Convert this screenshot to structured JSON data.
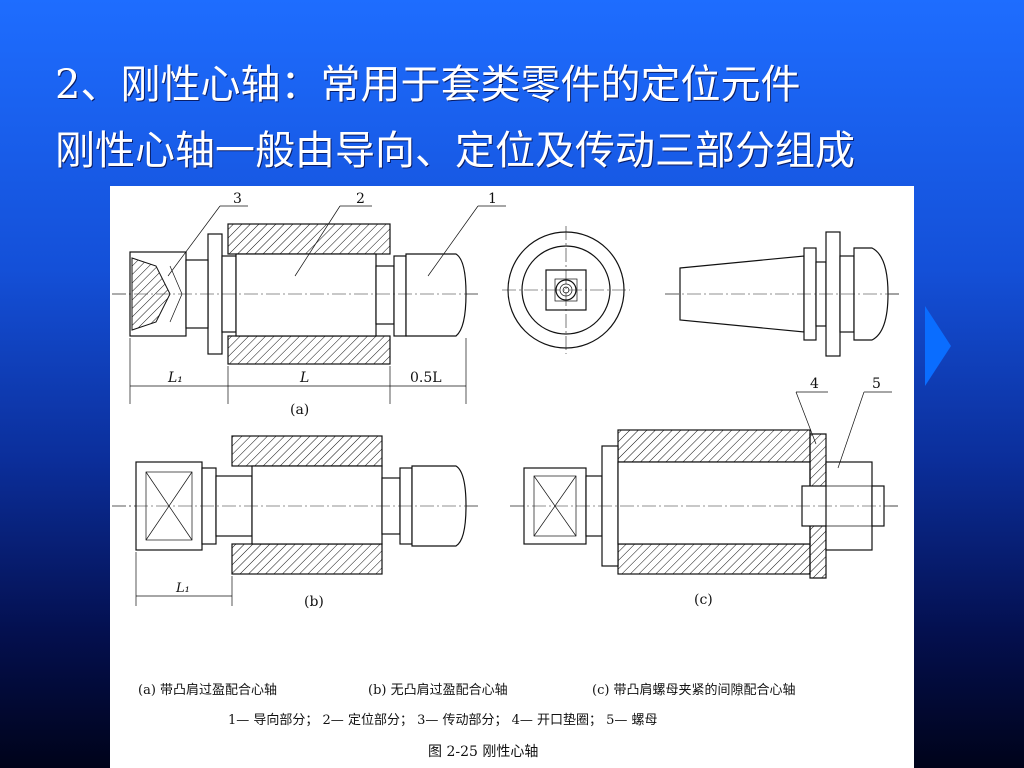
{
  "slide": {
    "line1": "2、刚性心轴：常用于套类零件的定位元件",
    "line2": "刚性心轴一般由导向、定位及传动三部分组成"
  },
  "figure": {
    "callouts": [
      "1",
      "2",
      "3",
      "4",
      "5"
    ],
    "dims": {
      "l1": "L₁",
      "l": "L",
      "half": "0.5L"
    },
    "sub_labels": {
      "a": "(a)",
      "b": "(b)",
      "c": "(c)"
    },
    "captions": {
      "a": "(a) 带凸肩过盈配合心轴",
      "b": "(b) 无凸肩过盈配合心轴",
      "c": "(c) 带凸肩螺母夹紧的间隙配合心轴"
    },
    "parts_legend": "1— 导向部分；  2— 定位部分；  3— 传动部分；  4— 开口垫圈；  5— 螺母",
    "figure_title": "图 2-25    刚性心轴"
  },
  "colors": {
    "accent_bg": "#1450d8",
    "deco_arrow": "#0a6dff"
  }
}
